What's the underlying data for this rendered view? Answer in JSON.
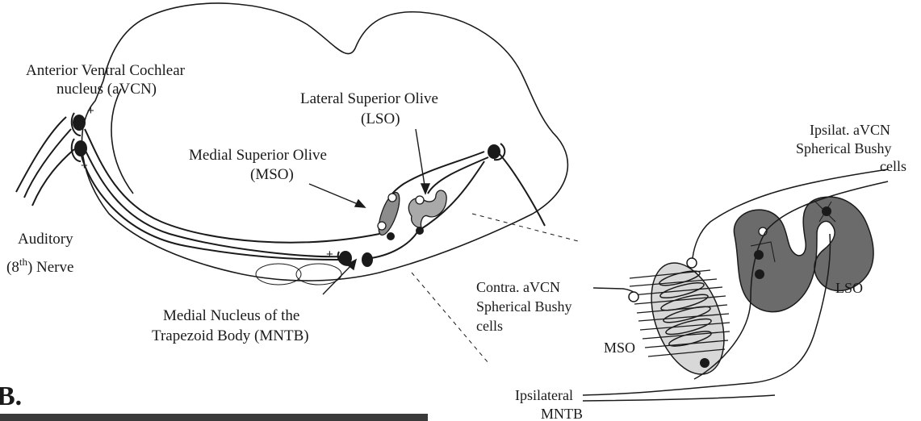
{
  "labels": {
    "avcn_line1": "Anterior Ventral Cochlear",
    "avcn_line2": "nucleus (aVCN)",
    "lso_line1": "Lateral Superior Olive",
    "lso_line2": "(LSO)",
    "mso_line1": "Medial Superior Olive",
    "mso_line2": "(MSO)",
    "nerve_line1": "Auditory",
    "nerve_line2_pre": "(8",
    "nerve_line2_sup": "th",
    "nerve_line2_post": ") Nerve",
    "mntb_line1": "Medial Nucleus of the",
    "mntb_line2": "Trapezoid Body (MNTB)",
    "ipsi_avcn_line1": "Ipsilat. aVCN",
    "ipsi_avcn_line2": "Spherical Bushy",
    "ipsi_avcn_line3": "cells",
    "contra_avcn_line1": "Contra. aVCN",
    "contra_avcn_line2": "Spherical Bushy",
    "contra_avcn_line3": "cells",
    "inset_mso": "MSO",
    "inset_lso": "LSO",
    "ipsi_mntb_line1": "Ipsilateral",
    "ipsi_mntb_line2": "MNTB",
    "panel_letter": "B.",
    "plus": "+"
  },
  "colors": {
    "ink": "#1a1a1a",
    "lso_fill": "#6b6b6b",
    "lso_small_fill": "#a9a9a9",
    "mso_fill": "#d8d8d8",
    "mso_small_fill": "#8c8c8c",
    "photo_strip": "#3a3a3a"
  }
}
